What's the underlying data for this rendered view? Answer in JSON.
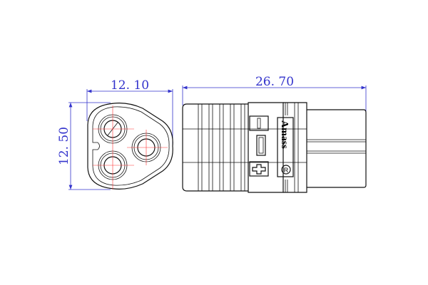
{
  "drawing": {
    "front_view": {
      "width_dimension": "12. 10",
      "height_dimension": "12. 50"
    },
    "side_view": {
      "length_dimension": "26. 70",
      "brand_mark": "Amass",
      "registered_mark": "R",
      "polarity_symbols": [
        "-",
        "+"
      ]
    }
  },
  "colors": {
    "dimension": "#3333cc",
    "centerline": "#ff3333",
    "outline": "#111111"
  }
}
